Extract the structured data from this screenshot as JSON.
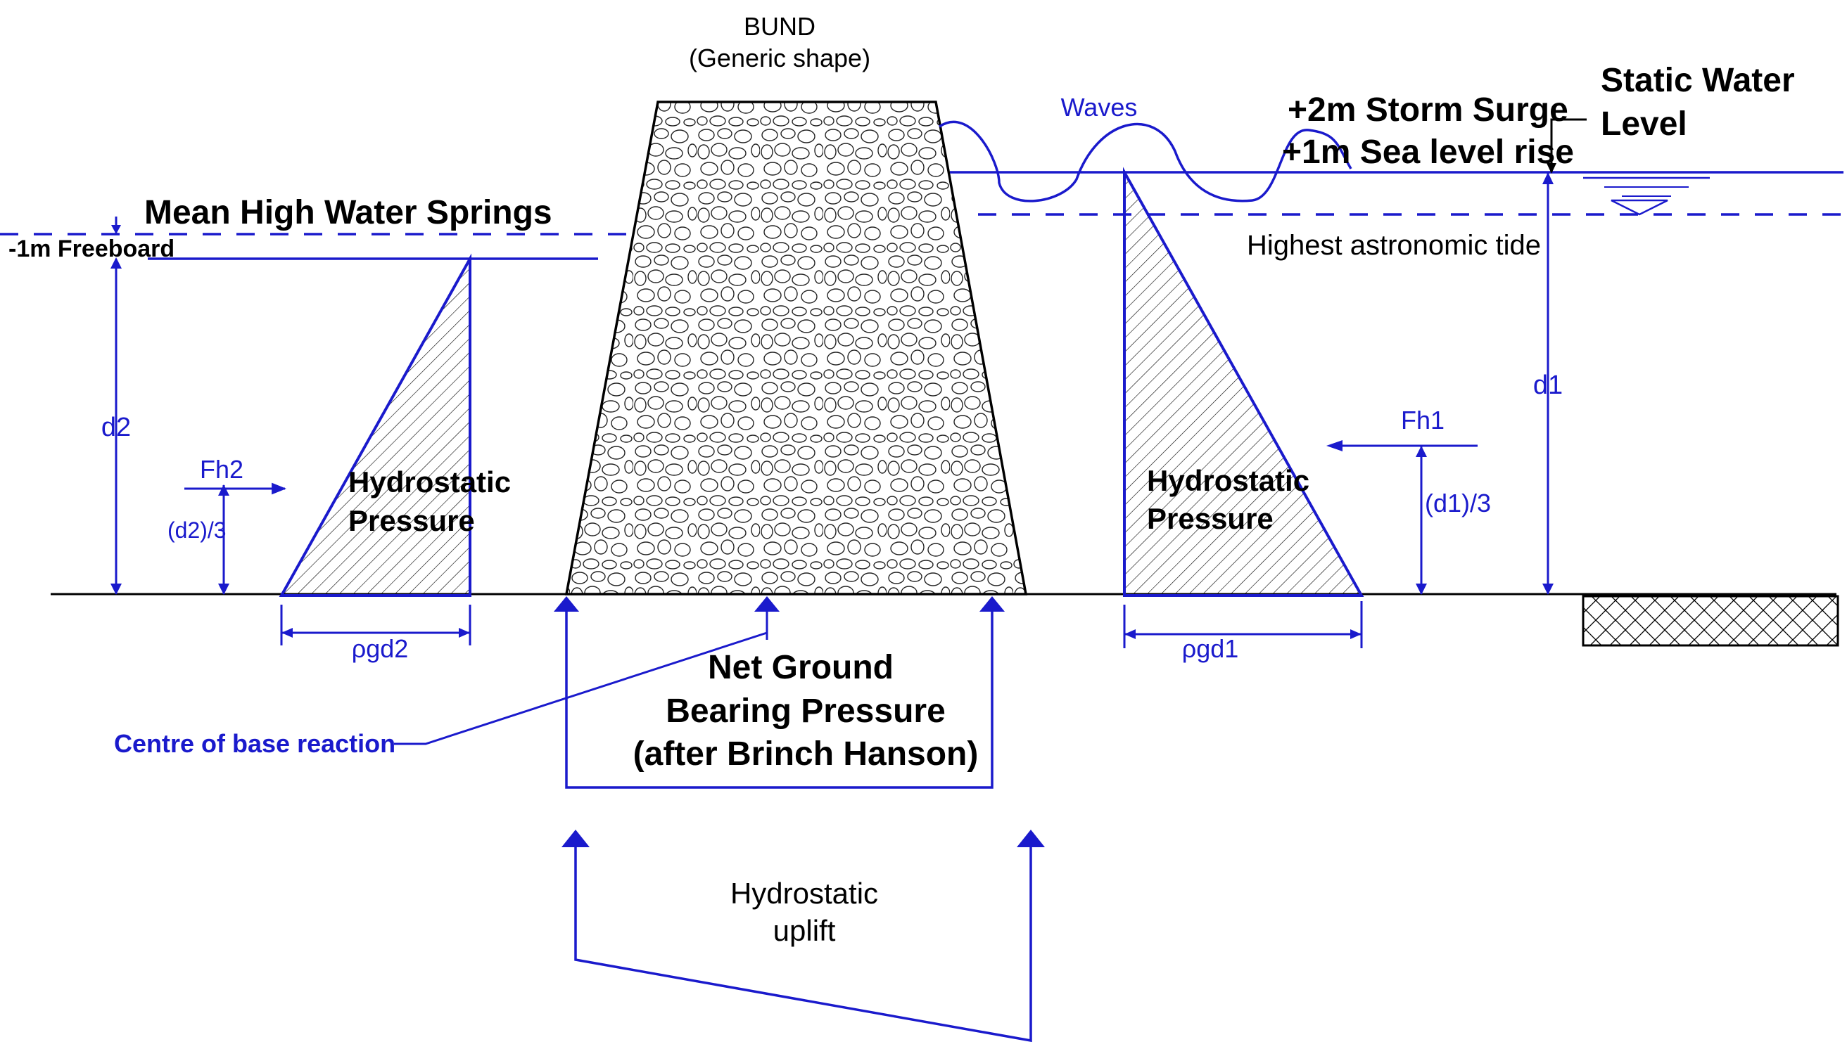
{
  "labels": {
    "bund_title": "BUND",
    "bund_subtitle": "(Generic shape)",
    "waves": "Waves",
    "storm_surge": "+2m Storm Surge",
    "sea_level_rise": "+1m Sea level rise",
    "static_water_1": "Static Water",
    "static_water_2": "Level",
    "mhws": "Mean High Water Springs",
    "freeboard": "-1m Freeboard",
    "hat": "Highest astronomic tide",
    "d1": "d1",
    "d2": "d2",
    "fh1": "Fh1",
    "fh2": "Fh2",
    "d1_third": "(d1)/3",
    "d2_third": "(d2)/3",
    "hydro_left_1": "Hydrostatic",
    "hydro_left_2": "Pressure",
    "hydro_right_1": "Hydrostatic",
    "hydro_right_2": "Pressure",
    "rho_gd1": "ρgd1",
    "rho_gd2": "ρgd2",
    "centre_base": "Centre of base reaction",
    "ngbp_1": "Net Ground",
    "ngbp_2": "Bearing Pressure",
    "ngbp_3": "(after Brinch Hanson)",
    "uplift_1": "Hydrostatic",
    "uplift_2": "uplift"
  },
  "colors": {
    "annotation_blue": "#1a1acc",
    "outline_black": "#000000",
    "background": "#ffffff"
  }
}
